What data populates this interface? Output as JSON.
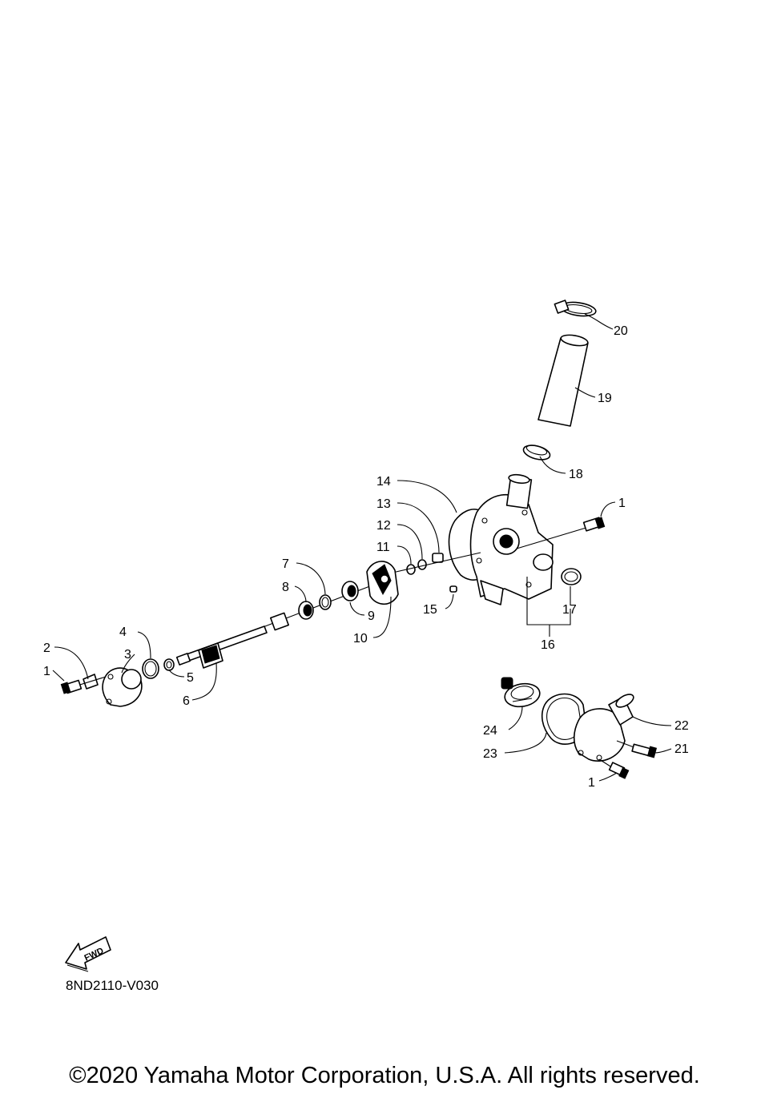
{
  "diagram": {
    "callouts": [
      "1",
      "2",
      "3",
      "4",
      "5",
      "6",
      "7",
      "8",
      "9",
      "10",
      "11",
      "12",
      "13",
      "14",
      "15",
      "16",
      "17",
      "18",
      "19",
      "20",
      "21",
      "22",
      "23",
      "24"
    ],
    "fwd_label": "FWD",
    "drawing_code": "8ND2110-V030",
    "copyright": "©2020 Yamaha Motor Corporation, U.S.A. All rights reserved."
  }
}
